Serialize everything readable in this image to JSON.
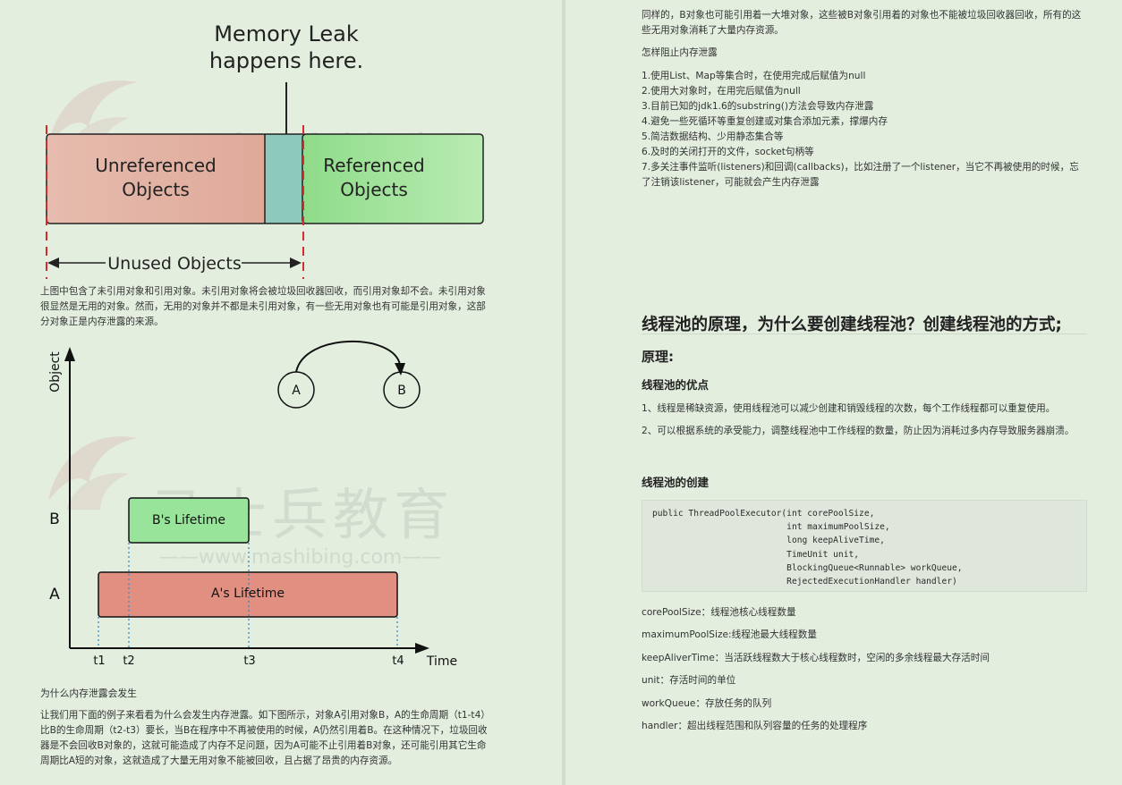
{
  "diagram1": {
    "annotation_line1": "Memory Leak",
    "annotation_line2": "happens here.",
    "box_unref_line1": "Unreferenced",
    "box_unref_line2": "Objects",
    "box_ref_line1": "Referenced",
    "box_ref_line2": "Objects",
    "unused_label": "Unused Objects"
  },
  "left_para1": "上图中包含了未引用对象和引用对象。未引用对象将会被垃圾回收器回收，而引用对象却不会。未引用对象很显然是无用的对象。然而，无用的对象并不都是未引用对象，有一些无用对象也有可能是引用对象，这部分对象正是内存泄露的来源。",
  "diagram2": {
    "y_axis_label": "Object",
    "x_axis_label": "Time",
    "node_a": "A",
    "node_b": "B",
    "row_b": "B",
    "row_a": "A",
    "bar_b": "B's Lifetime",
    "bar_a": "A's Lifetime",
    "ticks": [
      "t1",
      "t2",
      "t3",
      "t4"
    ]
  },
  "left_heading2": "为什么内存泄露会发生",
  "left_para2": "让我们用下面的例子来看看为什么会发生内存泄露。如下图所示，对象A引用对象B，A的生命周期（t1-t4）比B的生命周期（t2-t3）要长，当B在程序中不再被使用的时候，A仍然引用着B。在这种情况下，垃圾回收器是不会回收B对象的，这就可能造成了内存不足问题，因为A可能不止引用着B对象，还可能引用其它生命周期比A短的对象，这就造成了大量无用对象不能被回收，且占据了昂贵的内存资源。",
  "right_para1": "同样的，B对象也可能引用着一大堆对象，这些被B对象引用着的对象也不能被垃圾回收器回收，所有的这些无用对象消耗了大量内存资源。",
  "right_heading_prevent": "怎样阻止内存泄露",
  "right_list": [
    "1.使用List、Map等集合时，在使用完成后赋值为null",
    "2.使用大对象时，在用完后赋值为null",
    "3.目前已知的jdk1.6的substring()方法会导致内存泄露",
    "4.避免一些死循环等重复创建或对集合添加元素，撑爆内存",
    "5.简洁数据结构、少用静态集合等",
    "6.及时的关闭打开的文件，socket句柄等",
    "7.多关注事件监听(listeners)和回调(callbacks)，比如注册了一个listener，当它不再被使用的时候，忘",
    "了注销该listener，可能就会产生内存泄露"
  ],
  "right_title": "线程池的原理，为什么要创建线程池？创建线程池的方式;",
  "right_h_principle": "原理:",
  "right_h_advantages": "线程池的优点",
  "right_adv1": "1、线程是稀缺资源，使用线程池可以减少创建和销毁线程的次数，每个工作线程都可以重复使用。",
  "right_adv2": "2、可以根据系统的承受能力，调整线程池中工作线程的数量，防止因为消耗过多内存导致服务器崩溃。",
  "right_h_create": "线程池的创建",
  "code_lines": [
    "public ThreadPoolExecutor(int corePoolSize,",
    "                          int maximumPoolSize,",
    "                          long keepAliveTime,",
    "                          TimeUnit unit,",
    "                          BlockingQueue<Runnable> workQueue,",
    "                          RejectedExecutionHandler handler)"
  ],
  "params": [
    "corePoolSize：线程池核心线程数量",
    "maximumPoolSize:线程池最大线程数量",
    "keepAliverTime：当活跃线程数大于核心线程数时，空闲的多余线程最大存活时间",
    "unit：存活时间的单位",
    "workQueue：存放任务的队列",
    "handler：超出线程范围和队列容量的任务的处理程序"
  ],
  "watermark": {
    "cn": "马士兵教育",
    "url": "——www.mashibing.com——"
  },
  "colors": {
    "unref_fill": "#e3b5a5",
    "ref_fill": "#a9e3a0",
    "leak_fill": "#8fcbbe",
    "red_dash": "#d22c2c",
    "bar_b": "#98e49a",
    "bar_a": "#e08f80"
  }
}
